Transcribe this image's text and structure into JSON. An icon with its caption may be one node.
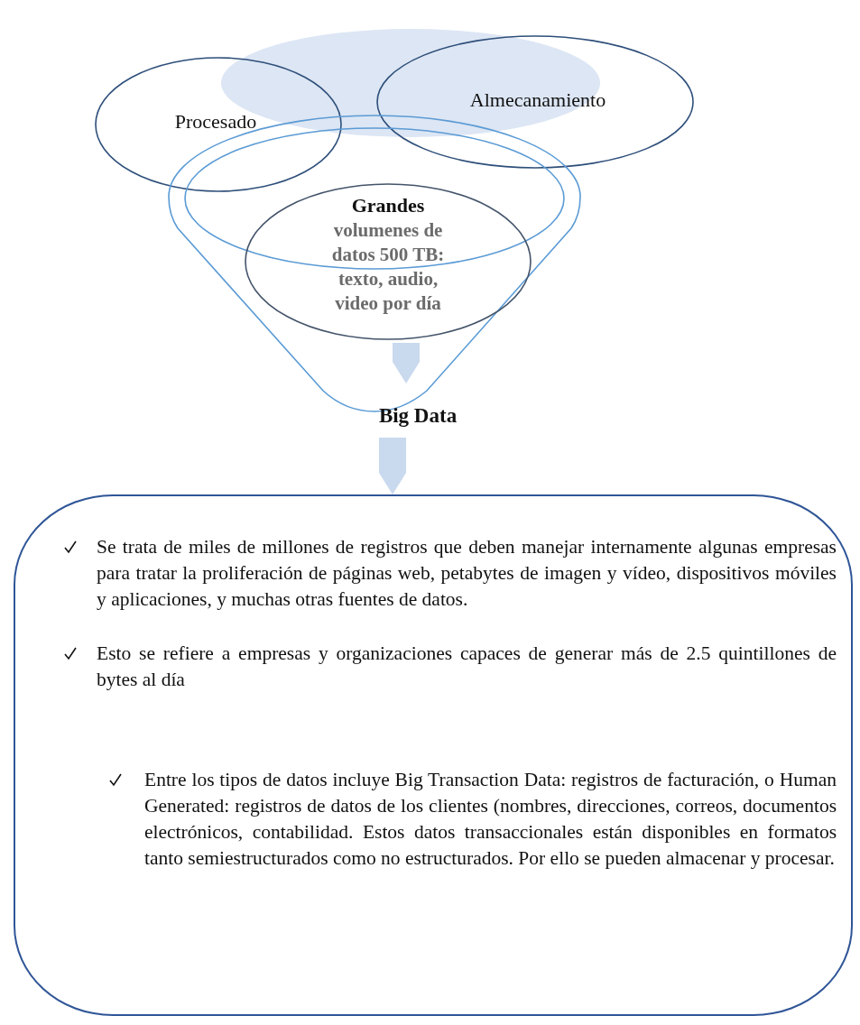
{
  "diagram": {
    "nodes": [
      {
        "text": [
          "Procesado"
        ]
      },
      {
        "text": [
          "Almecanamiento"
        ]
      },
      {
        "text": [
          "Big Data"
        ]
      },
      {
        "text": [
          "Grandes",
          "volumenes de datos 500 TB: texto, audio, video por día"
        ],
        "in": 2
      },
      {
        "text": [
          "Se trata de miles de millones de registros que deben manejar internamente algunas empresas para tratar la proliferación de páginas web, petabytes de imagen y vídeo, dispositivos móviles y aplicaciones, y muchas otras fuentes de datos.",
          "Esto se refiere a empresas y organizaciones capaces de generar más de 2.5 quintillones de bytes al día",
          "Entre los tipos de datos incluye Big Transaction Data: registros de facturación, o Human Generated: registros de datos de los clientes (nombres, direcciones, correos, documentos electrónicos, contabilidad. Estos datos transaccionales están disponibles en formatos tanto semiestructurados como no estructurados. Por ello se pueden almacenar y procesar."
        ]
      }
    ],
    "edges": [
      {
        "from": 3,
        "to": 2,
        "arrow": "to"
      },
      {
        "from": 2,
        "to": 4,
        "arrow": "to"
      }
    ]
  }
}
